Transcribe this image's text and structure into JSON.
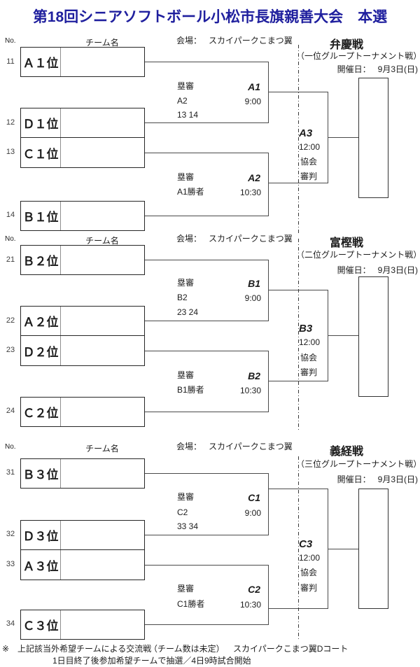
{
  "title": "第18回シニアソフトボール小松市長旗親善大会　本選",
  "title_color": "#1f1f9e",
  "header": {
    "no": "No.",
    "team": "チーム名",
    "venue_label": "会場：",
    "venue": "スカイパークこまつ翼",
    "date_label": "開催日：",
    "date": "9月3日(日)"
  },
  "sections": [
    {
      "round_name": "弁慶戦",
      "subtitle": "（一位グループトーナメント戦）",
      "teams": [
        {
          "no": "11",
          "label": "Ａ１位"
        },
        {
          "no": "12",
          "label": "Ｄ１位"
        },
        {
          "no": "13",
          "label": "Ｃ１位"
        },
        {
          "no": "14",
          "label": "Ｂ１位"
        }
      ],
      "match1": {
        "code": "A1",
        "time": "9:00",
        "ump_label": "塁審",
        "ump": "A2",
        "scorers": "13 14"
      },
      "match2": {
        "code": "A2",
        "time": "10:30",
        "ump_label": "塁審",
        "ump": "A1勝者"
      },
      "final_match": {
        "code": "A3",
        "time": "12:00",
        "ump1": "協会",
        "ump2": "審判"
      }
    },
    {
      "round_name": "富樫戦",
      "subtitle": "（二位グループトーナメント戦）",
      "teams": [
        {
          "no": "21",
          "label": "Ｂ２位"
        },
        {
          "no": "22",
          "label": "Ａ２位"
        },
        {
          "no": "23",
          "label": "Ｄ２位"
        },
        {
          "no": "24",
          "label": "Ｃ２位"
        }
      ],
      "match1": {
        "code": "B1",
        "time": "9:00",
        "ump_label": "塁審",
        "ump": "B2",
        "scorers": "23 24"
      },
      "match2": {
        "code": "B2",
        "time": "10:30",
        "ump_label": "塁審",
        "ump": "B1勝者"
      },
      "final_match": {
        "code": "B3",
        "time": "12:00",
        "ump1": "協会",
        "ump2": "審判"
      }
    },
    {
      "round_name": "義経戦",
      "subtitle": "（三位グループトーナメント戦）",
      "teams": [
        {
          "no": "31",
          "label": "Ｂ３位"
        },
        {
          "no": "32",
          "label": "Ｄ３位"
        },
        {
          "no": "33",
          "label": "Ａ３位"
        },
        {
          "no": "34",
          "label": "Ｃ３位"
        }
      ],
      "match1": {
        "code": "C1",
        "time": "9:00",
        "ump_label": "塁審",
        "ump": "C2",
        "scorers": "33 34"
      },
      "match2": {
        "code": "C2",
        "time": "10:30",
        "ump_label": "塁審",
        "ump": "C1勝者"
      },
      "final_match": {
        "code": "C3",
        "time": "12:00",
        "ump1": "協会",
        "ump2": "審判"
      }
    }
  ],
  "notes": {
    "mark": "※",
    "line1a": "上記該当外希望チームによる交流戦",
    "line1b": "（チーム数は未定）",
    "line1c": "スカイパークこまつ翼Dコート",
    "line2": "1日目終了後参加希望チームで抽選／4日9時試合開始"
  }
}
